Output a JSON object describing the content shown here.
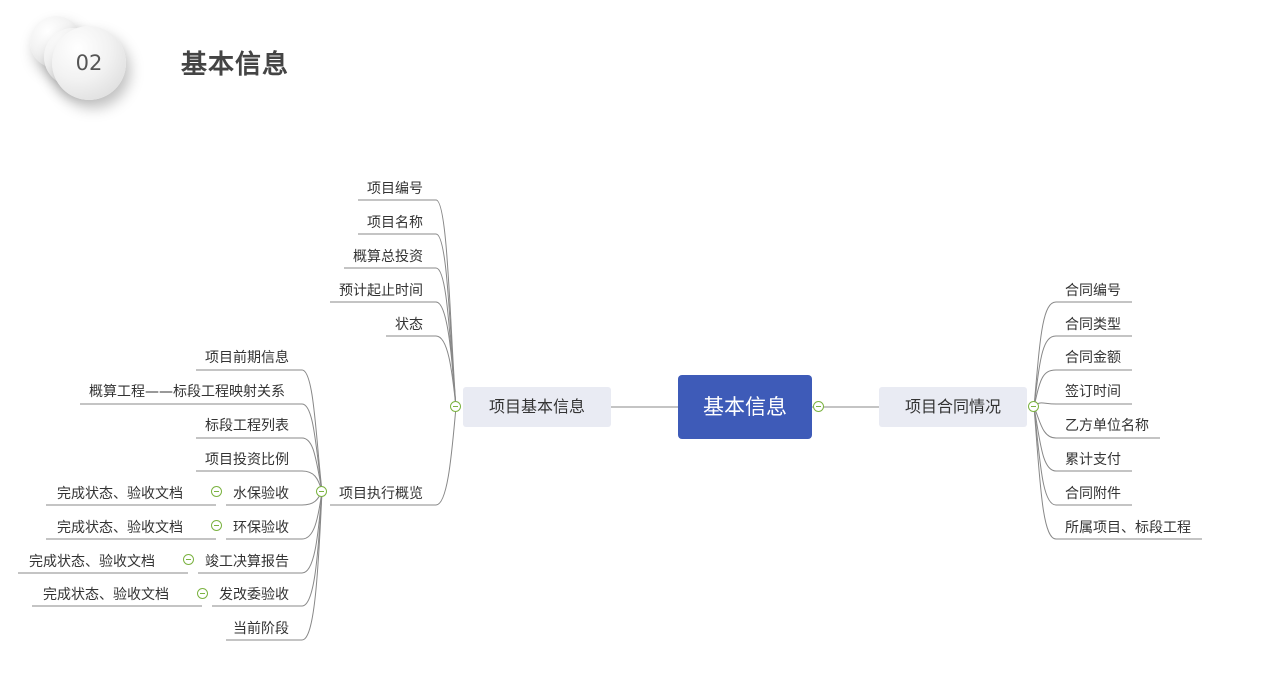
{
  "header": {
    "badge": "02",
    "title": "基本信息"
  },
  "root": {
    "label": "基本信息"
  },
  "left_branch": {
    "label": "项目基本信息",
    "items": [
      "项目编号",
      "项目名称",
      "概算总投资",
      "预计起止时间",
      "状态"
    ]
  },
  "exec_branch": {
    "label": "项目执行概览",
    "items": [
      "项目前期信息",
      "概算工程——标段工程映射关系",
      "标段工程列表",
      "项目投资比例",
      "水保验收",
      "环保验收",
      "竣工决算报告",
      "发改委验收",
      "当前阶段"
    ],
    "sub_items": [
      "完成状态、验收文档",
      "完成状态、验收文档",
      "完成状态、验收文档",
      "完成状态、验收文档"
    ]
  },
  "right_branch": {
    "label": "项目合同情况",
    "items": [
      "合同编号",
      "合同类型",
      "合同金额",
      "签订时间",
      "乙方单位名称",
      "累计支付",
      "合同附件",
      "所属项目、标段工程"
    ]
  },
  "colors": {
    "root": "#3e5bb8",
    "pill": "#e9ebf3",
    "toggle": "#7cb342",
    "line": "#888888"
  }
}
